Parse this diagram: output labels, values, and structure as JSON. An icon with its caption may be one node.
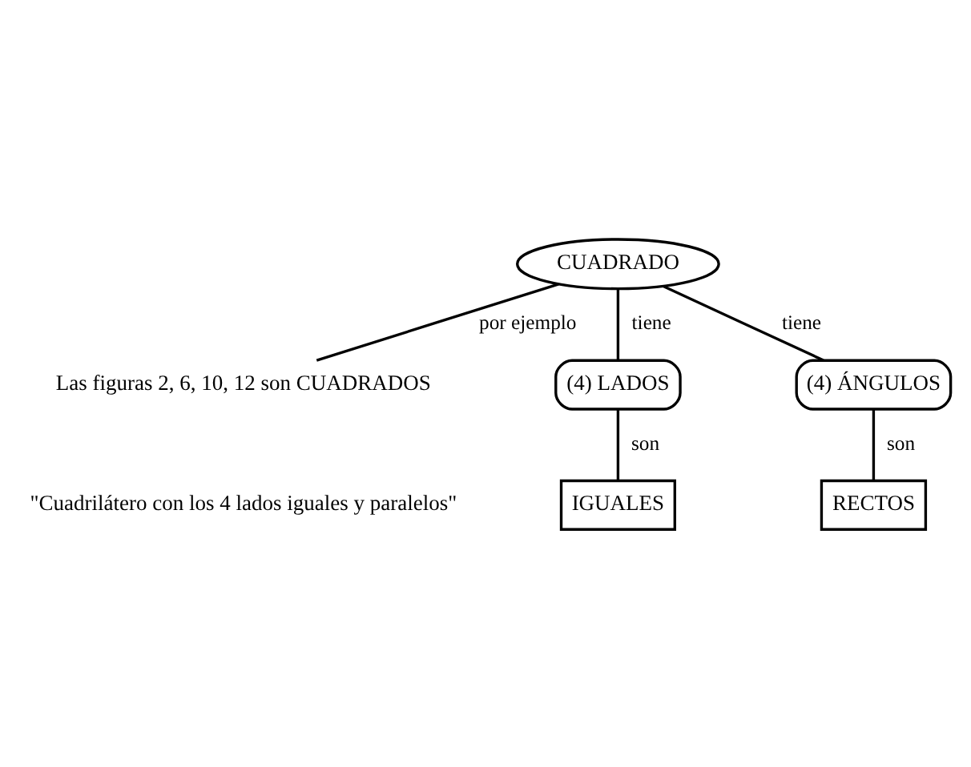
{
  "diagram": {
    "nodes": [
      {
        "text": [
          "CUADRADO"
        ]
      },
      {
        "text": [
          "(4) LADOS"
        ]
      },
      {
        "text": [
          "(4) ÁNGULOS"
        ]
      },
      {
        "text": [
          "IGUALES"
        ]
      },
      {
        "text": [
          "RECTOS"
        ]
      },
      {
        "text": [
          "Las figuras 2, 6, 10, 12 son CUADRADOS"
        ]
      }
    ],
    "edges": [
      {
        "from": 0,
        "to": 5,
        "label": "por ejemplo",
        "arrow": "none"
      },
      {
        "from": 0,
        "to": 1,
        "label": "tiene",
        "arrow": "none"
      },
      {
        "from": 0,
        "to": 2,
        "label": "tiene",
        "arrow": "none"
      },
      {
        "from": 1,
        "to": 3,
        "label": "son",
        "arrow": "none"
      },
      {
        "from": 2,
        "to": 4,
        "label": "son",
        "arrow": "none"
      }
    ],
    "labels": [
      "\"Cuadrilátero con los 4 lados iguales y paralelos\""
    ]
  }
}
